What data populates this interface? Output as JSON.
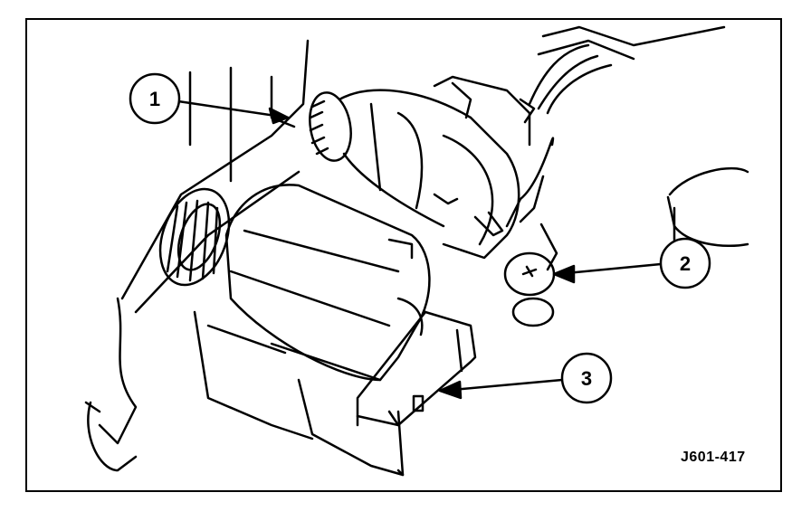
{
  "diagram": {
    "callouts": [
      {
        "id": "1",
        "label": "1"
      },
      {
        "id": "2",
        "label": "2"
      },
      {
        "id": "3",
        "label": "3"
      }
    ],
    "figure_code": "J601-417"
  },
  "colors": {
    "ink": "#000000",
    "paper": "#ffffff"
  }
}
